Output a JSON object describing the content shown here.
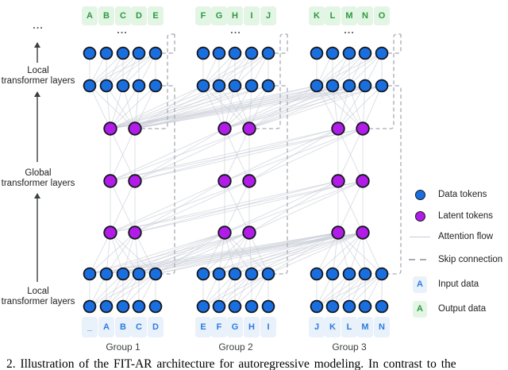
{
  "figure": {
    "ellipsis": "...",
    "caption": "2. Illustration of the FIT-AR architecture for autoregressive modeling. In contrast to the",
    "side_labels": [
      {
        "line1": "Local",
        "line2": "transformer layers"
      },
      {
        "line1": "Global",
        "line2": "transformer layers"
      },
      {
        "line1": "Local",
        "line2": "transformer layers"
      }
    ],
    "groups": [
      {
        "name": "Group 1",
        "output_letters": [
          "A",
          "B",
          "C",
          "D",
          "E"
        ],
        "input_letters": [
          "_",
          "A",
          "B",
          "C",
          "D"
        ]
      },
      {
        "name": "Group 2",
        "output_letters": [
          "F",
          "G",
          "H",
          "I",
          "J"
        ],
        "input_letters": [
          "E",
          "F",
          "G",
          "H",
          "I"
        ]
      },
      {
        "name": "Group 3",
        "output_letters": [
          "K",
          "L",
          "M",
          "N",
          "O"
        ],
        "input_letters": [
          "J",
          "K",
          "L",
          "M",
          "N"
        ]
      }
    ],
    "legend": {
      "data_tokens": "Data tokens",
      "latent_tokens": "Latent tokens",
      "attention_flow": "Attention flow",
      "skip_connection": "Skip connection",
      "input_data": "Input data",
      "output_data": "Output data",
      "input_letter": "A",
      "output_letter": "A"
    },
    "colors": {
      "data_token": "#1a6fe0",
      "latent_token": "#b21ce8",
      "attention_flow": "#c7ccd6",
      "skip_connection": "#a7abb3",
      "token_stroke": "#14171c",
      "arrow": "#3c4043",
      "output_text": "#2d9a3f",
      "output_bg": "#e3f5e4",
      "input_text": "#2c7ce0",
      "input_bg": "#e9f1fb"
    }
  }
}
